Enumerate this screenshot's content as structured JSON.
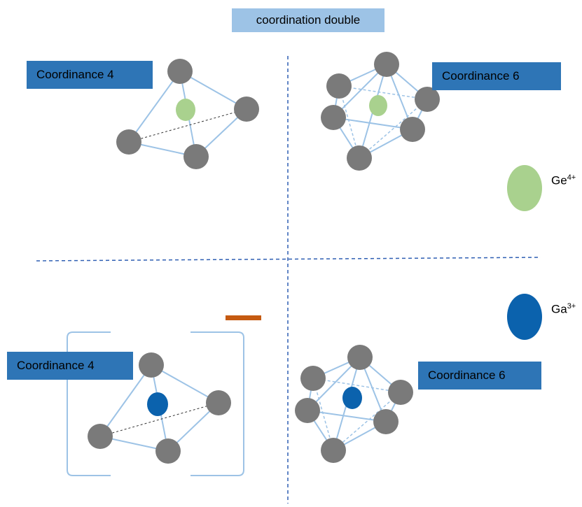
{
  "title": "coordination double",
  "panels": {
    "top_left": {
      "label": "Coordinance 4",
      "ion": "Ge4+"
    },
    "top_right": {
      "label": "Coordinance 6",
      "ion": "Ge4+"
    },
    "bottom_left": {
      "label": "Coordinance 4",
      "ion": "Ga3+",
      "charge_bracket": "negative"
    },
    "bottom_right": {
      "label": "Coordinance 6",
      "ion": "Ga3+"
    }
  },
  "legend": [
    {
      "symbol": "Ge",
      "charge": "4+",
      "color": "#a9d18e"
    },
    {
      "symbol": "Ga",
      "charge": "3+",
      "color": "#0b62ad"
    }
  ],
  "colors": {
    "title_bg": "#9dc3e6",
    "label_bg": "#2e75b6",
    "oxygen": "#7a7a7a",
    "bond": "#9dc3e6",
    "divider": "#2f5fb3",
    "minus_sign": "#c55a11"
  }
}
